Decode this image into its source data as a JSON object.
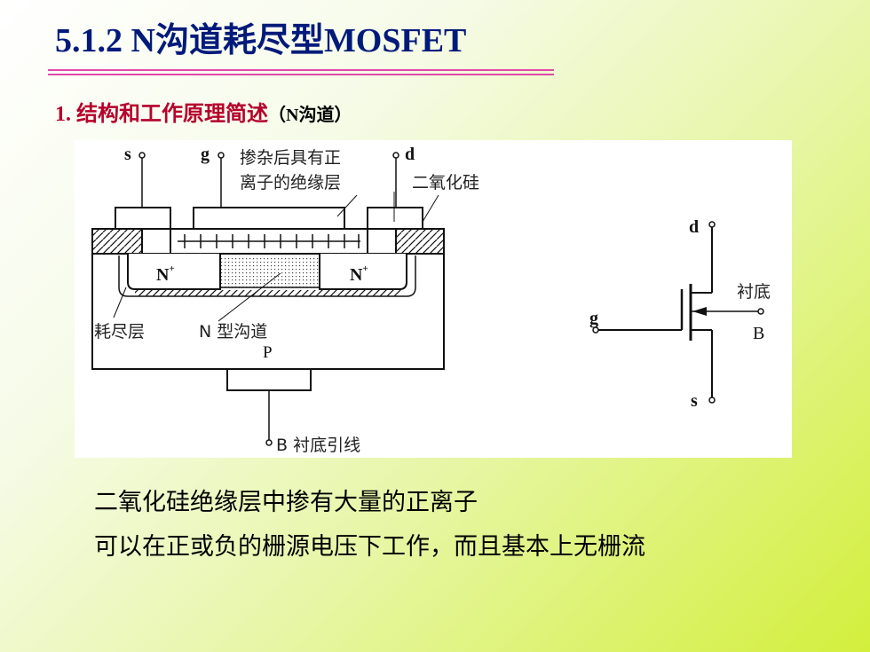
{
  "slide": {
    "title": "5.1.2  N沟道耗尽型MOSFET",
    "subtitle": "1. 结构和工作原理简述",
    "subtitle_paren": "（N沟道）",
    "colors": {
      "title": "#001a7a",
      "subtitle": "#b5002b",
      "rule": "#e04aa8",
      "background_accent": "#d3ef3c"
    }
  },
  "figure": {
    "cross_section": {
      "terminal_s": "s",
      "terminal_g": "g",
      "terminal_d": "d",
      "annotation_ions_line1": "掺杂后具有正",
      "annotation_ions_line2": "离子的绝缘层",
      "annotation_oxide": "二氧化硅",
      "region_n_left": "N",
      "region_n_right": "N",
      "doping_sup": "+",
      "label_depletion": "耗尽层",
      "label_channel": "N 型沟道",
      "label_p": "P",
      "label_substrate_lead": "B 衬底引线"
    },
    "symbol": {
      "terminal_d": "d",
      "terminal_g": "g",
      "terminal_s": "s",
      "label_substrate": "衬底",
      "terminal_b": "B"
    }
  },
  "body": {
    "line1": "二氧化硅绝缘层中掺有大量的正离子",
    "line2": "可以在正或负的栅源电压下工作，而且基本上无栅流"
  }
}
